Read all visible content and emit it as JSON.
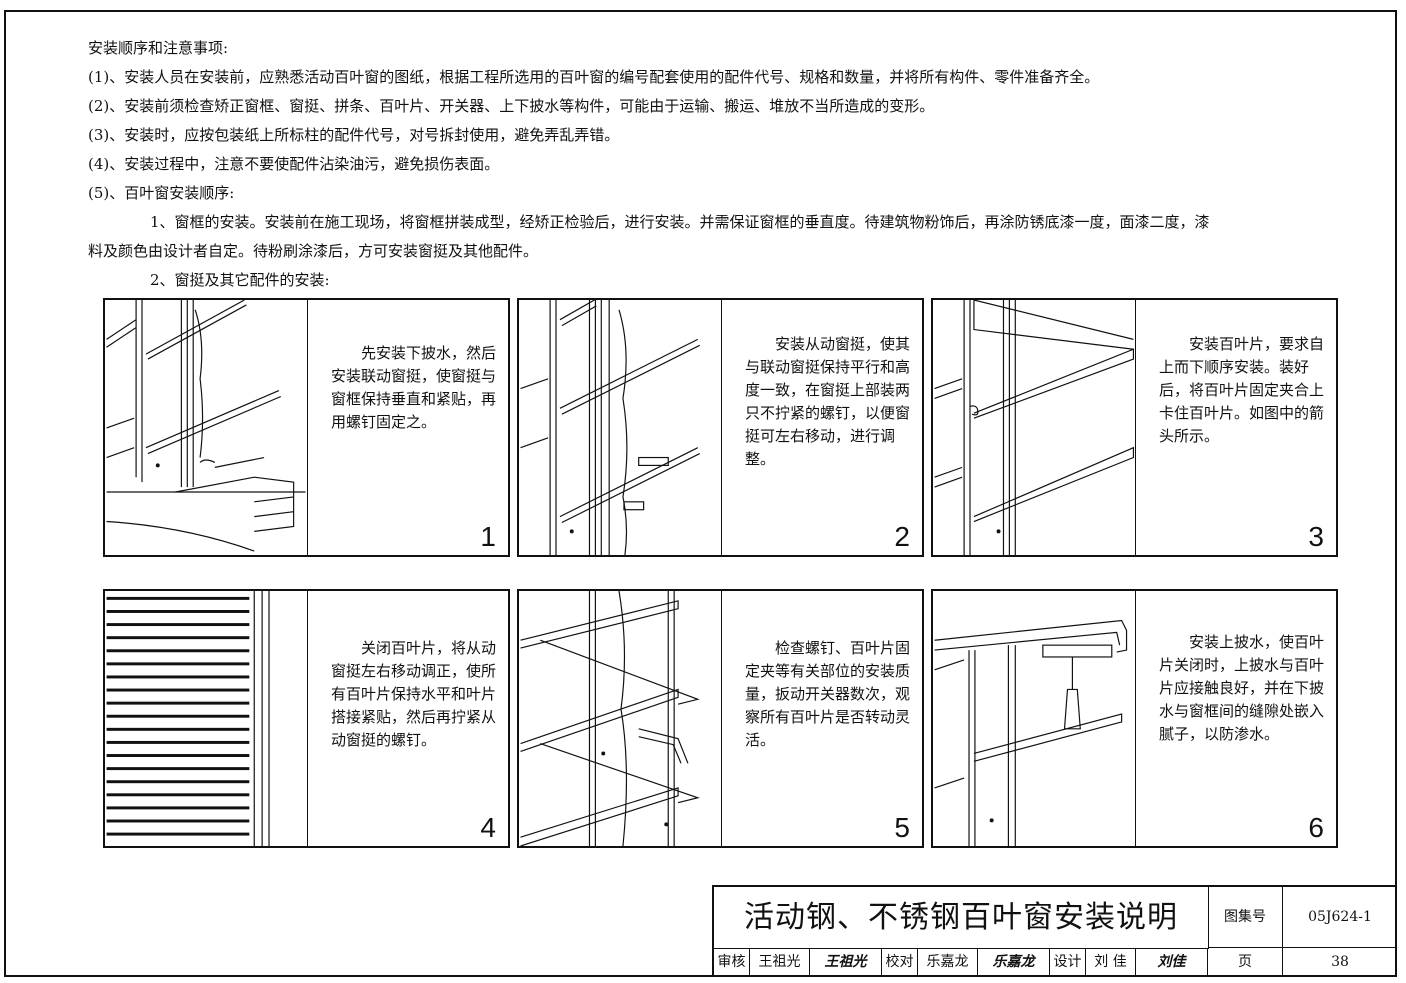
{
  "notes": {
    "heading": "安装顺序和注意事项:",
    "items": [
      "(1)、安装人员在安装前，应熟悉活动百叶窗的图纸，根据工程所选用的百叶窗的编号配套使用的配件代号、规格和数量，并将所有构件、零件准备齐全。",
      "(2)、安装前须检查矫正窗框、窗挺、拼条、百叶片、开关器、上下披水等构件，可能由于运输、搬运、堆放不当所造成的变形。",
      "(3)、安装时，应按包装纸上所标柱的配件代号，对号拆封使用，避免弄乱弄错。",
      "(4)、安装过程中，注意不要使配件沾染油污，避免损伤表面。",
      "(5)、百叶窗安装顺序:"
    ],
    "step1_line1": "1、窗框的安装。安装前在施工现场，将窗框拼装成型，经矫正检验后，进行安装。并需保证窗框的垂直度。待建筑物粉饰后，再涂防锈底漆一度，面漆二度，漆",
    "step1_line2": "料及颜色由设计者自定。待粉刷涂漆后，方可安装窗挺及其他配件。",
    "step2": "2、窗挺及其它配件的安装:"
  },
  "panels": [
    {
      "number": "1",
      "text": "先安装下披水，然后安装联动窗挺，使窗挺与窗框保持垂直和紧贴，再用螺钉固定之。"
    },
    {
      "number": "2",
      "text": "安装从动窗挺，使其与联动窗挺保持平行和高度一致，在窗挺上部装两只不拧紧的螺钉，以便窗挺可左右移动，进行调整。"
    },
    {
      "number": "3",
      "text": "安装百叶片，要求自上而下顺序安装。装好后，将百叶片固定夹合上卡住百叶片。如图中的箭头所示。"
    },
    {
      "number": "4",
      "text": "关闭百叶片，将从动窗挺左右移动调正，使所有百叶片保持水平和叶片搭接紧贴，然后再拧紧从动窗挺的螺钉。"
    },
    {
      "number": "5",
      "text": "检查螺钉、百叶片固定夹等有关部位的安装质量，扳动开关器数次，观察所有百叶片是否转动灵活。"
    },
    {
      "number": "6",
      "text": "安装上披水，使百叶片关闭时，上披水与百叶片应接触良好，并在下披水与窗框间的缝隙处嵌入腻子，以防渗水。"
    }
  ],
  "title_block": {
    "title": "活动钢、不锈钢百叶窗安装说明",
    "atlas_label": "图集号",
    "atlas_no": "05J624-1",
    "review_label": "审核",
    "reviewer": "王祖光",
    "reviewer_sig": "王祖光",
    "check_label": "校对",
    "checker": "乐嘉龙",
    "checker_sig": "乐嘉龙",
    "design_label": "设计",
    "designer": "刘 佳",
    "designer_sig": "刘佳",
    "page_label": "页",
    "page_no": "38"
  }
}
